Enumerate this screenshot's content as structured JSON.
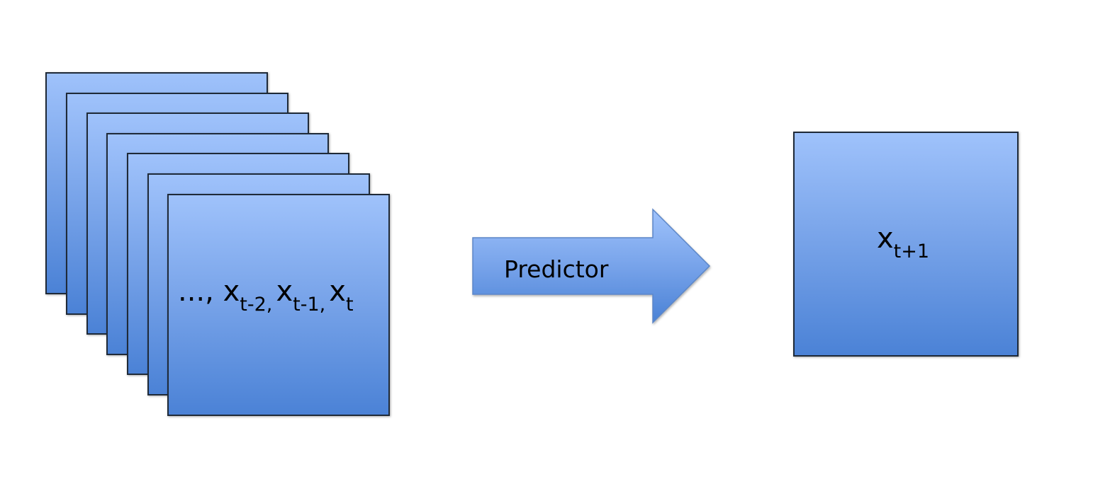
{
  "input_stack": {
    "label": {
      "prefix": "..., ",
      "x2": "x",
      "x2_sub": "t-2,",
      "x1": "x",
      "x1_sub": "t-1,",
      "x0": "x",
      "x0_sub": "t"
    }
  },
  "predictor": {
    "label": "Predictor"
  },
  "output_frame": {
    "label": {
      "main": "x",
      "sub": "t+1"
    }
  },
  "colors": {
    "frame_top": "#9fc2fb",
    "frame_bottom": "#4b82d6",
    "frame_border": "#1f2a38"
  }
}
